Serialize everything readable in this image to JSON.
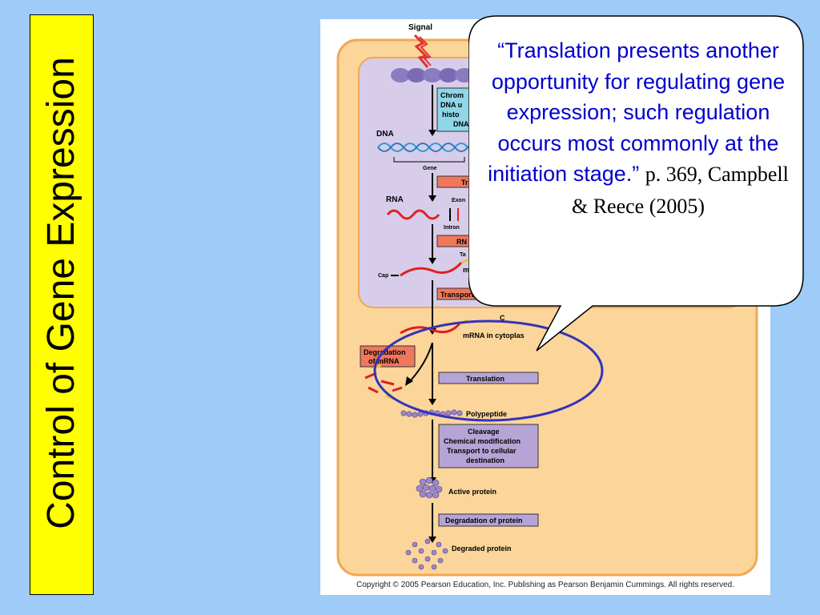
{
  "slide": {
    "title": "Control of Gene Expression"
  },
  "figure": {
    "signal_label": "Signal",
    "chromatin_label_lines": [
      "Chrom",
      "DNA u",
      "histo",
      "DNA"
    ],
    "dna_label": "DNA",
    "gene_label": "Gene",
    "transcription_partial": "Tr",
    "rna_label": "RNA",
    "exon_label": "Exon",
    "intron_label": "Intron",
    "rna_processing_partial": "RN",
    "tail_partial": "Ta",
    "mrna_partial": "m",
    "cap_label": "Cap",
    "transport_partial": "Transport",
    "cytoplasm_partial": "C",
    "mrna_cytoplasm_label": "mRNA in cytoplas",
    "degradation_mrna_lines": [
      "Degradation",
      "of mRNA"
    ],
    "translation_label": "Translation",
    "polypeptide_label": "Polypeptide",
    "modification_lines": [
      "Cleavage",
      "Chemical modification",
      "Transport to cellular",
      "destination"
    ],
    "active_protein_label": "Active protein",
    "degradation_protein_label": "Degradation of protein",
    "degraded_protein_label": "Degraded protein",
    "copyright": "Copyright ©  2005 Pearson Education, Inc. Publishing as Pearson Benjamin Cummings. All rights reserved."
  },
  "callout": {
    "quote": "“Translation presents another opportunity for regulating gene expression; such regulation occurs most commonly at the initiation stage.”",
    "citation": "p. 369, Campbell & Reece (2005)"
  },
  "colors": {
    "background": "#9ecbf7",
    "title_box": "#ffff00",
    "cell": "#fcd59a",
    "nucleus": "#d7cdea",
    "process_box": "#f0775c",
    "translation_box": "#b6a4d6",
    "highlight_ellipse": "#3333bb",
    "quote_text": "#0000cc"
  }
}
